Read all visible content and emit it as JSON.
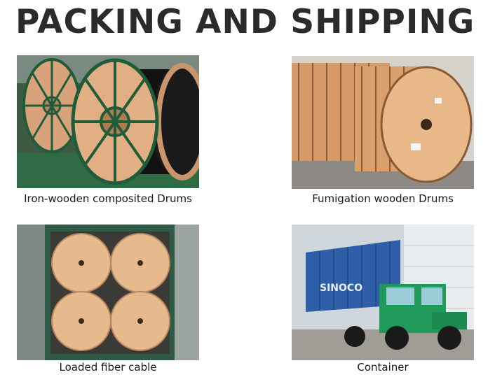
{
  "title": "PACKING AND SHIPPING",
  "captions": {
    "top_left": "Iron-wooden composited Drums",
    "top_right": "Fumigation wooden Drums",
    "bottom_left": "Loaded fiber cable",
    "bottom_right": "Container"
  },
  "container_text": "SINOCO"
}
